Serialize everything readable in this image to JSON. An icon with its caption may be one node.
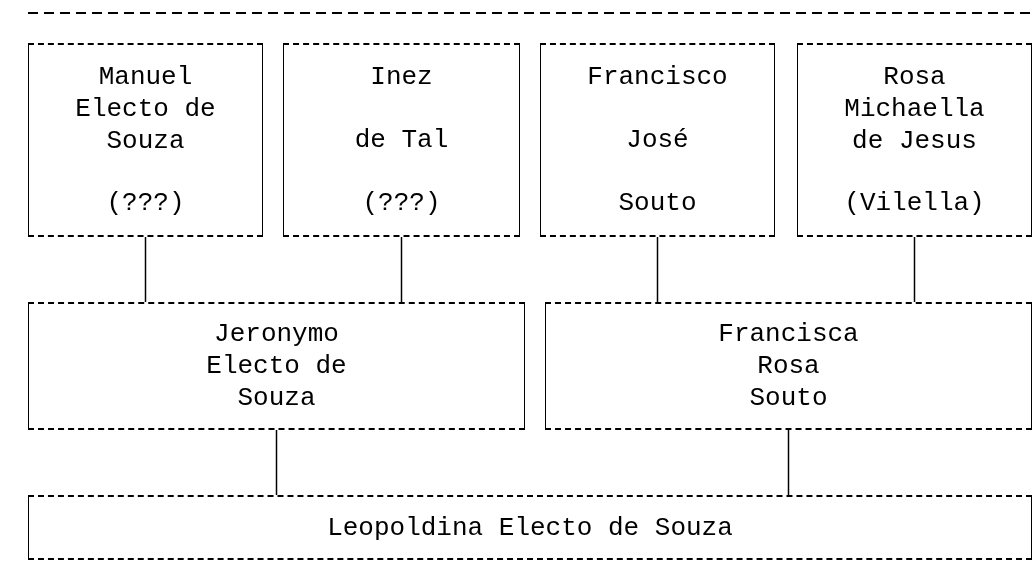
{
  "diagram": {
    "nodes": [
      {
        "text": [
          "Manuel Electo de Souza",
          "(???)"
        ]
      },
      {
        "text": [
          "Inez",
          "de Tal",
          "(???)"
        ]
      },
      {
        "text": [
          "Francisco",
          "José",
          "Souto"
        ]
      },
      {
        "text": [
          "Rosa Michaella de Jesus",
          "(Vilella)"
        ]
      },
      {
        "text": [
          "Jeronymo Electo de Souza"
        ]
      },
      {
        "text": [
          "Francisca Rosa Souto"
        ]
      },
      {
        "text": [
          "Leopoldina Electo de Souza"
        ]
      }
    ],
    "edges": [
      {
        "from": 0,
        "to": 4,
        "arrow": "none"
      },
      {
        "from": 1,
        "to": 4,
        "arrow": "none"
      },
      {
        "from": 2,
        "to": 5,
        "arrow": "none"
      },
      {
        "from": 3,
        "to": 5,
        "arrow": "none"
      },
      {
        "from": 4,
        "to": 6,
        "arrow": "none"
      },
      {
        "from": 5,
        "to": 6,
        "arrow": "none"
      }
    ]
  }
}
